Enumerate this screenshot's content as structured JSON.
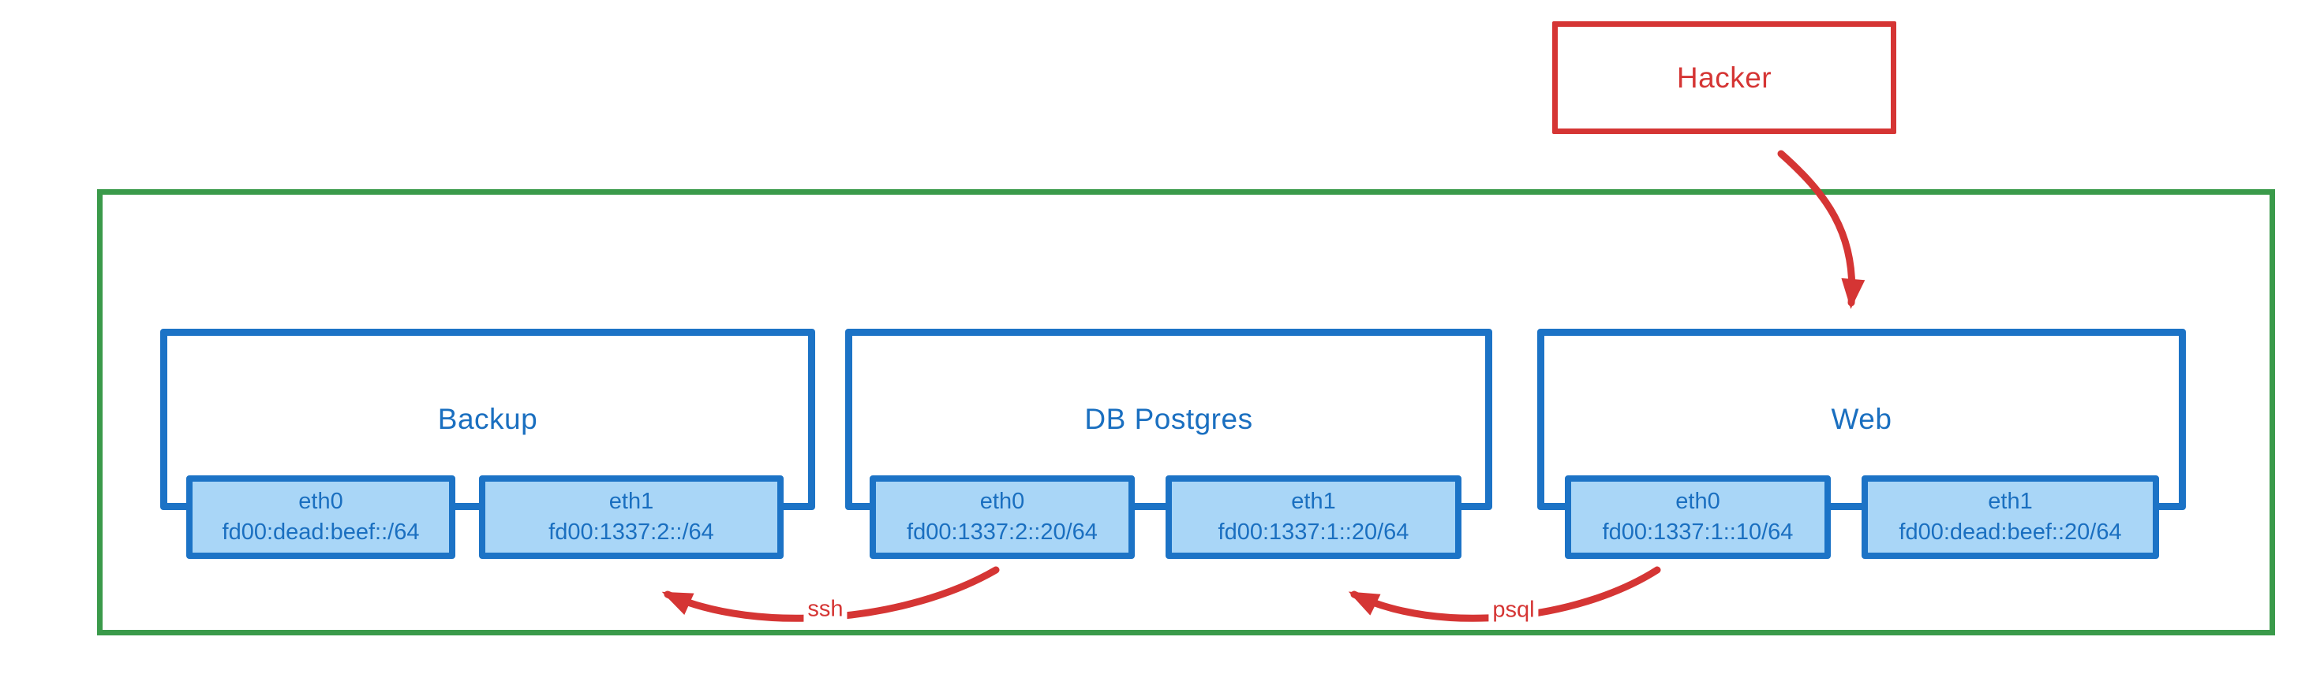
{
  "hacker": {
    "label": "Hacker"
  },
  "servers": [
    {
      "name": "Backup",
      "interfaces": [
        {
          "name": "eth0",
          "address": "fd00:dead:beef::/64"
        },
        {
          "name": "eth1",
          "address": "fd00:1337:2::/64"
        }
      ]
    },
    {
      "name": "DB Postgres",
      "interfaces": [
        {
          "name": "eth0",
          "address": "fd00:1337:2::20/64"
        },
        {
          "name": "eth1",
          "address": "fd00:1337:1::20/64"
        }
      ]
    },
    {
      "name": "Web",
      "interfaces": [
        {
          "name": "eth0",
          "address": "fd00:1337:1::10/64"
        },
        {
          "name": "eth1",
          "address": "fd00:dead:beef::20/64"
        }
      ]
    }
  ],
  "connections": [
    {
      "label": "ssh",
      "from": "DB Postgres eth0",
      "to": "Backup eth1"
    },
    {
      "label": "psql",
      "from": "Web eth0",
      "to": "DB Postgres eth1"
    },
    {
      "label": "",
      "from": "Hacker",
      "to": "Web"
    }
  ],
  "colors": {
    "arrow-red": "#d53534",
    "lan-green": "#3a9a4a",
    "node-border-blue": "#1c73c6",
    "iface-fill-blue": "#a9d6f7",
    "node-text-blue": "#1a6fc0"
  }
}
